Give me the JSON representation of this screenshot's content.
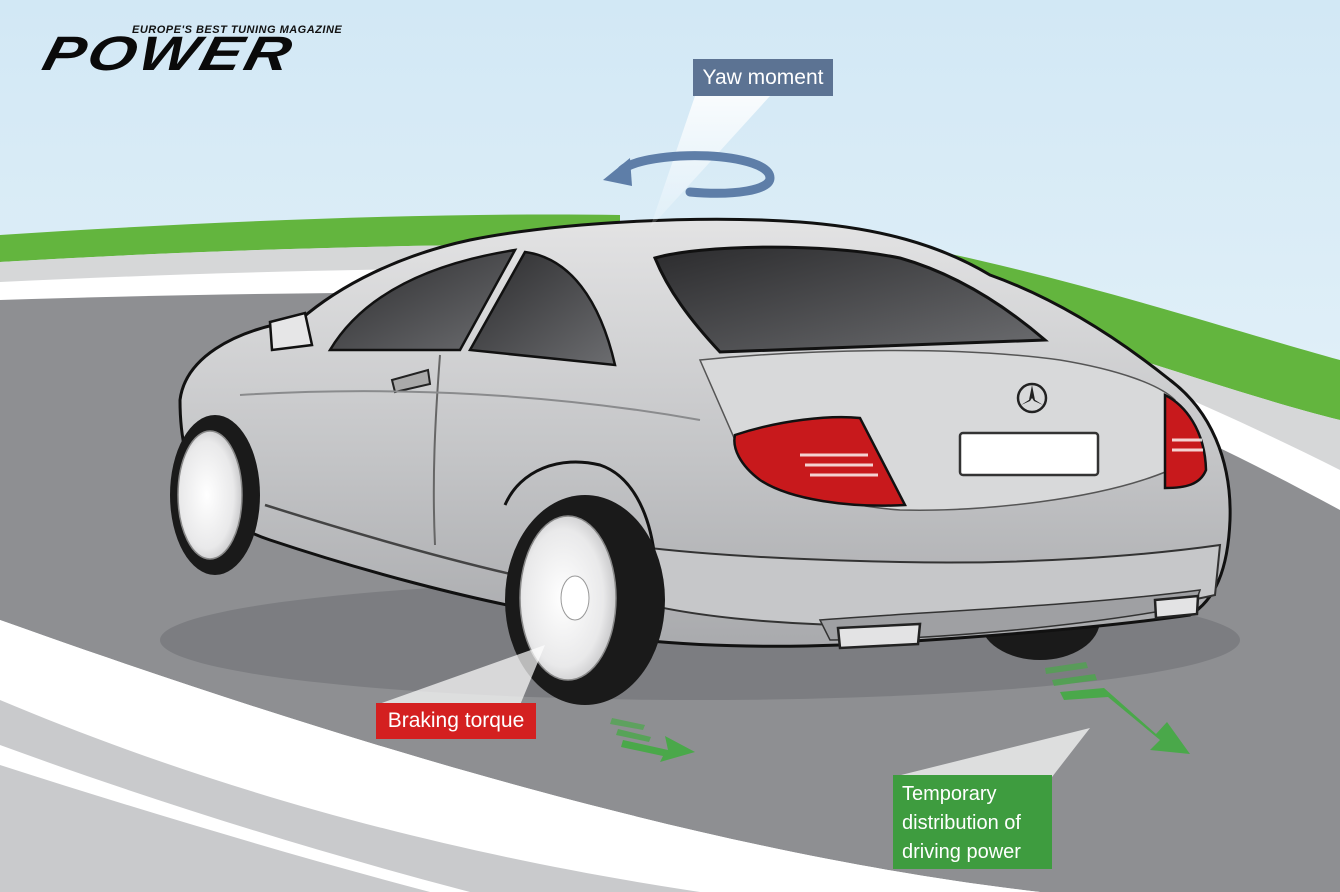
{
  "logo": {
    "tagline": "EUROPE'S BEST TUNING MAGAZINE",
    "wordmark": "POWER"
  },
  "labels": {
    "yaw_moment": "Yaw moment",
    "braking_torque": "Braking torque",
    "driving_power": [
      "Temporary",
      "distribution of",
      "driving power"
    ]
  },
  "icons": [
    "yaw-rotation-arrow-icon",
    "brake-direction-arrow-icon",
    "drive-direction-arrow-icon",
    "mercedes-star-icon"
  ],
  "colors": {
    "sky": "#dfeef7",
    "grass": "#63b53e",
    "road": "#8e8f92",
    "car_body": "#c9cacc",
    "yaw_label": "#5c7393",
    "brake_label": "#d42020",
    "drive_label": "#3e9c3f",
    "arrow_yaw": "#5e7ea8",
    "arrow_green": "#4aa84a",
    "tail_light": "#c8191c"
  }
}
